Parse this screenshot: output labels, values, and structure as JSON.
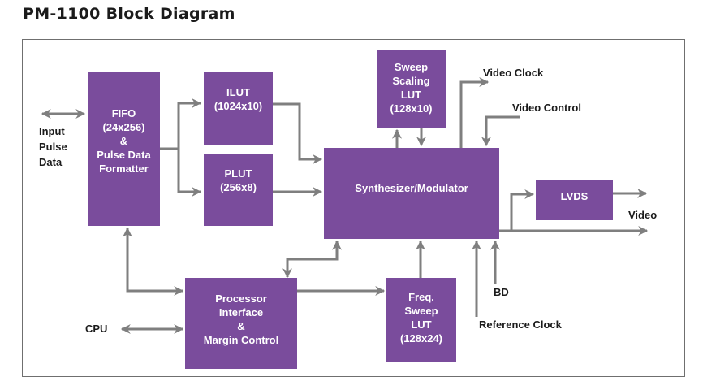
{
  "title": "PM-1100 Block Diagram",
  "colors": {
    "block_fill": "#7a4c9c",
    "block_text": "#ffffff",
    "arrow": "#7f7f7f",
    "label_text": "#1b1b1b",
    "frame": "#6f6f6f"
  },
  "blocks": {
    "fifo": "FIFO\n(24x256)\n&\nPulse Data\nFormatter",
    "ilut": "ILUT\n(1024x10)",
    "plut": "PLUT\n(256x8)",
    "sweep_scaling_lut": "Sweep\nScaling\nLUT\n(128x10)",
    "synthesizer": "Synthesizer/Modulator",
    "lvds": "LVDS",
    "processor_interface": "Processor\nInterface\n&\nMargin Control",
    "freq_sweep_lut": "Freq.\nSweep\nLUT\n(128x24)"
  },
  "signals": {
    "input_pulse_data": "Input\nPulse\nData",
    "video_clock": "Video Clock",
    "video_control": "Video Control",
    "video": "Video",
    "bd": "BD",
    "reference_clock": "Reference Clock",
    "cpu": "CPU"
  },
  "connections": [
    {
      "from": "input_pulse_data",
      "to": "fifo",
      "direction": "bidirectional"
    },
    {
      "from": "fifo",
      "to": "ilut"
    },
    {
      "from": "fifo",
      "to": "plut"
    },
    {
      "from": "ilut",
      "to": "synthesizer"
    },
    {
      "from": "plut",
      "to": "synthesizer"
    },
    {
      "from": "synthesizer",
      "to": "sweep_scaling_lut"
    },
    {
      "from": "sweep_scaling_lut",
      "to": "synthesizer"
    },
    {
      "from": "synthesizer",
      "to": "video_clock"
    },
    {
      "from": "video_control",
      "to": "synthesizer"
    },
    {
      "from": "synthesizer",
      "to": "lvds"
    },
    {
      "from": "lvds",
      "to": "video_out"
    },
    {
      "from": "synthesizer",
      "to": "video"
    },
    {
      "from": "fifo",
      "to": "processor_interface",
      "direction": "bidirectional"
    },
    {
      "from": "processor_interface",
      "to": "synthesizer",
      "direction": "bidirectional"
    },
    {
      "from": "processor_interface",
      "to": "freq_sweep_lut"
    },
    {
      "from": "freq_sweep_lut",
      "to": "synthesizer"
    },
    {
      "from": "reference_clock",
      "to": "synthesizer"
    },
    {
      "from": "bd",
      "to": "synthesizer"
    },
    {
      "from": "cpu",
      "to": "processor_interface",
      "direction": "bidirectional"
    }
  ]
}
